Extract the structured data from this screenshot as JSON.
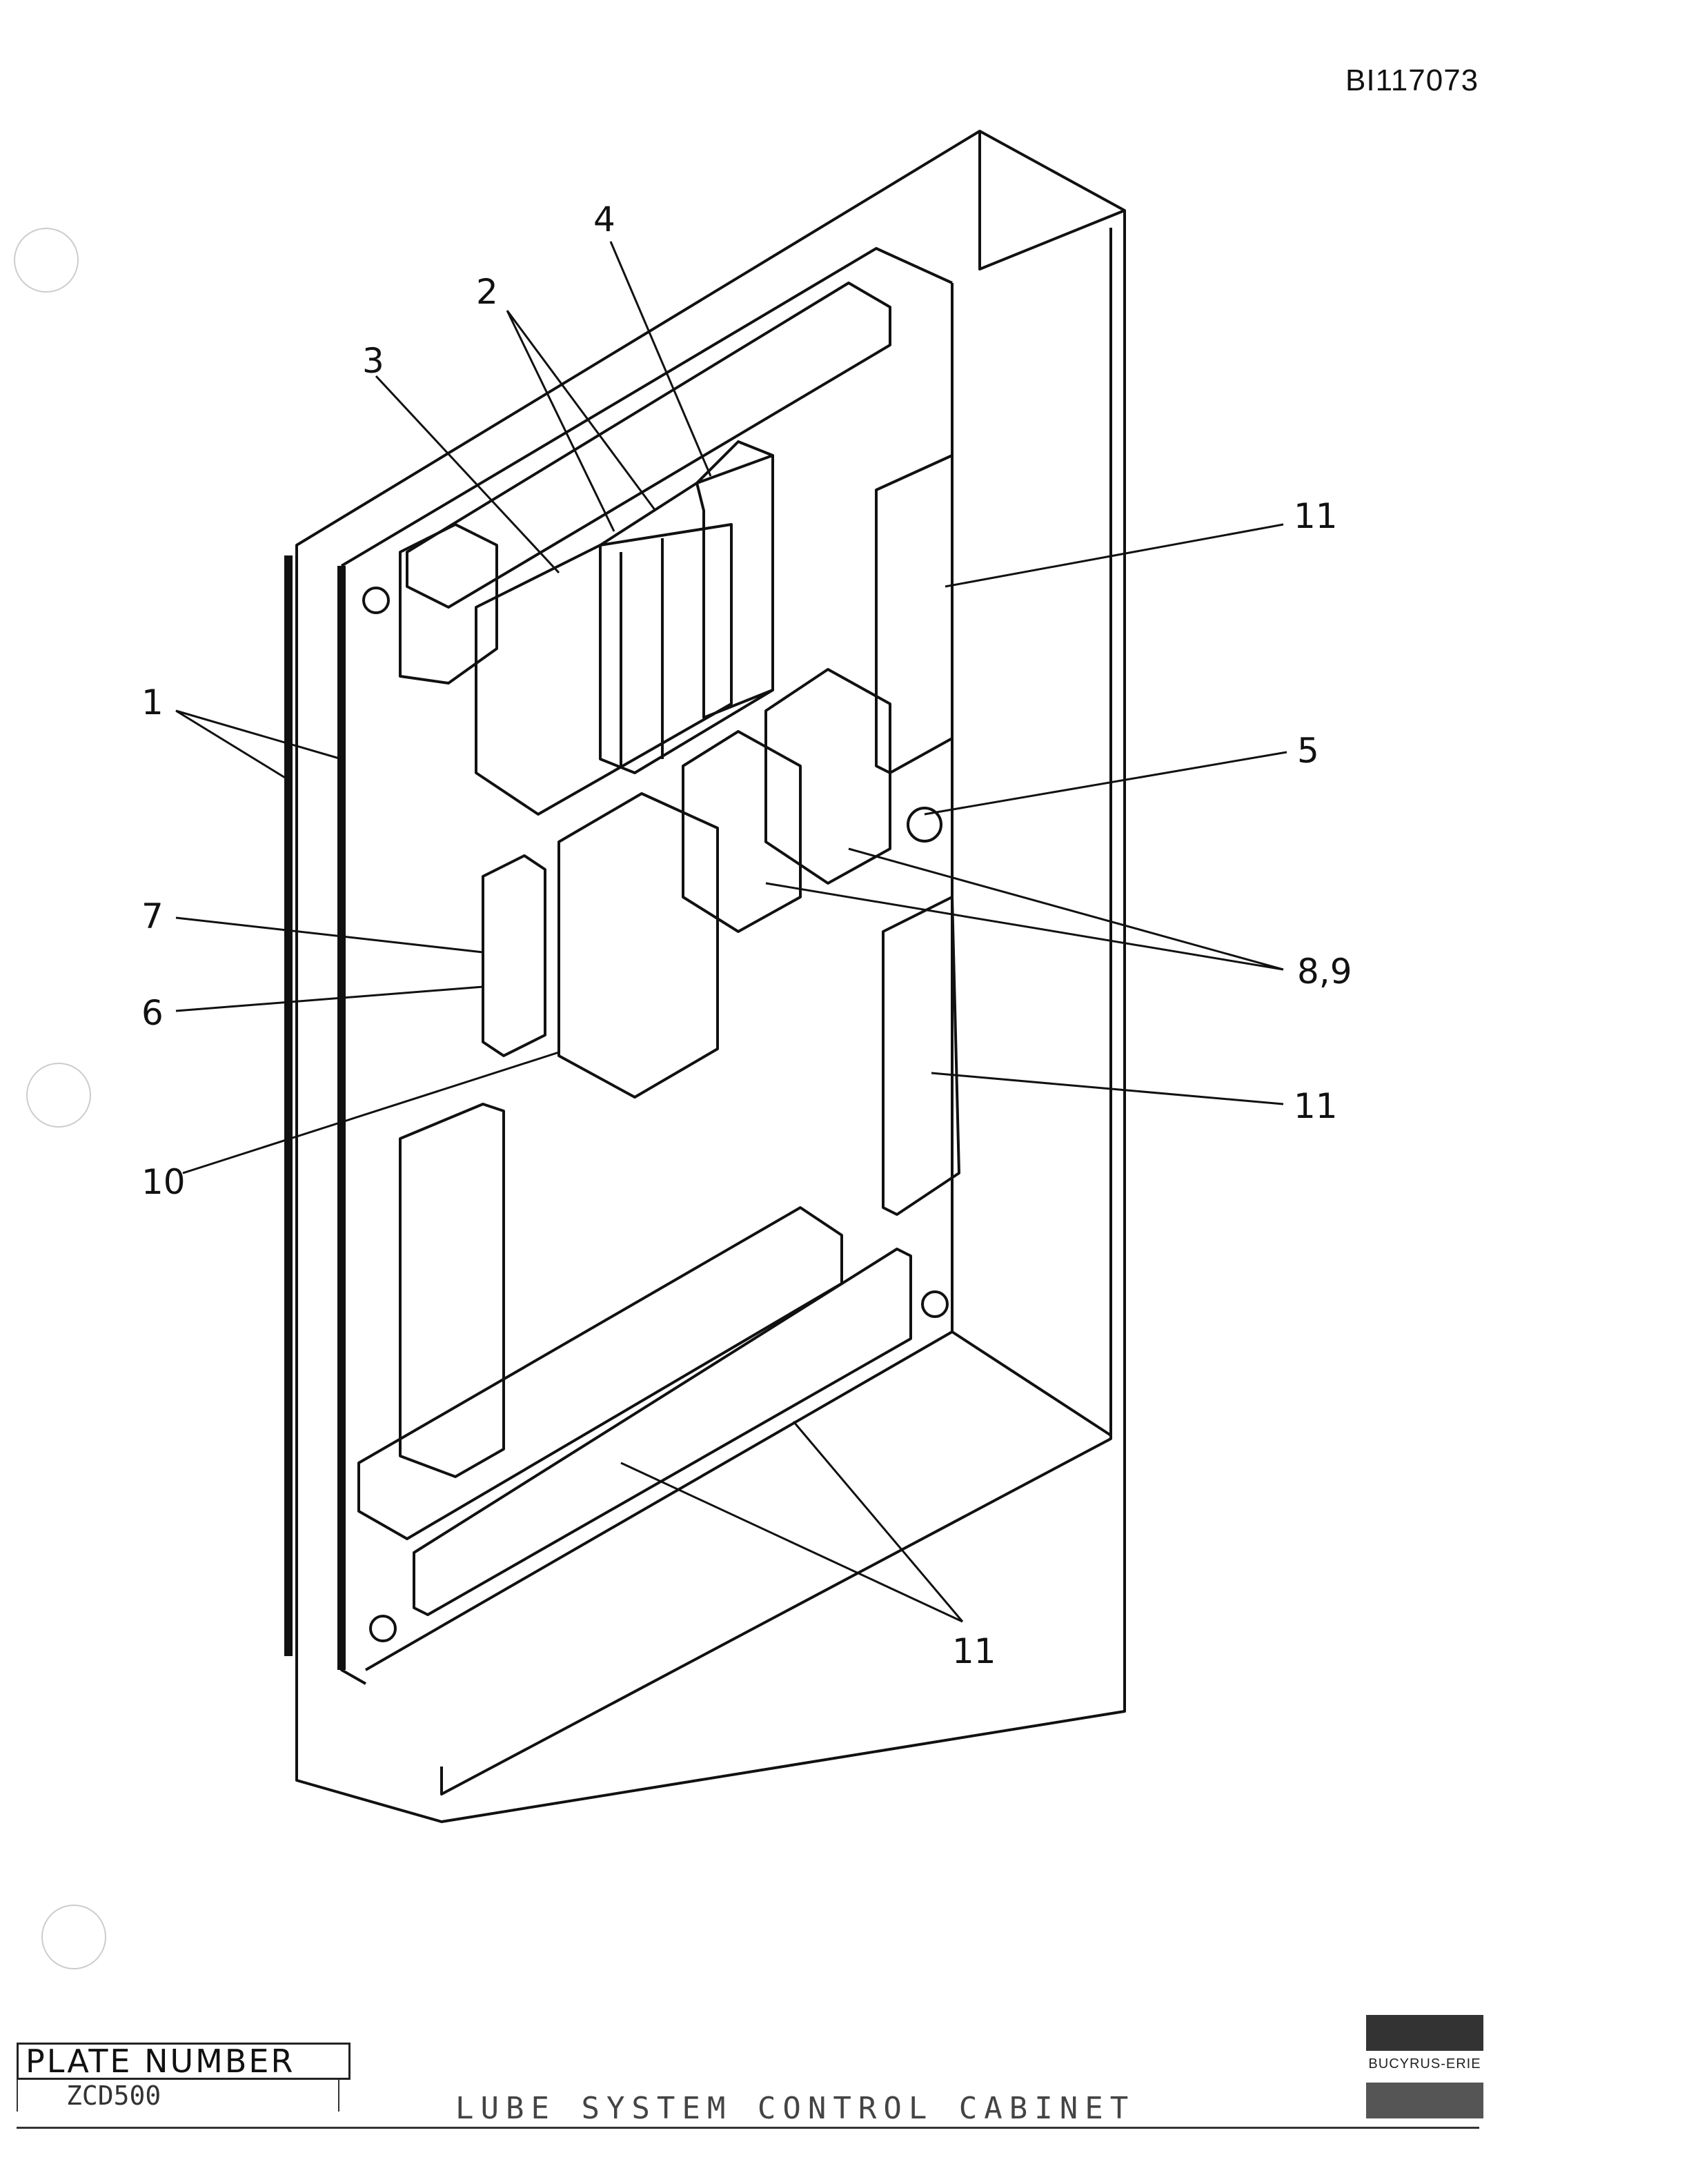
{
  "document_id": "BI117073",
  "callouts": {
    "c1": "1",
    "c2": "2",
    "c3": "3",
    "c4": "4",
    "c5": "5",
    "c6": "6",
    "c7": "7",
    "c8_9": "8,9",
    "c10": "10",
    "c11a": "11",
    "c11b": "11",
    "c11c": "11"
  },
  "title_block": {
    "plate_label": "PLATE NUMBER",
    "plate_number": "ZCD500",
    "title": "LUBE SYSTEM CONTROL CABINET"
  },
  "logo": {
    "label": "BUCYRUS-ERIE"
  }
}
